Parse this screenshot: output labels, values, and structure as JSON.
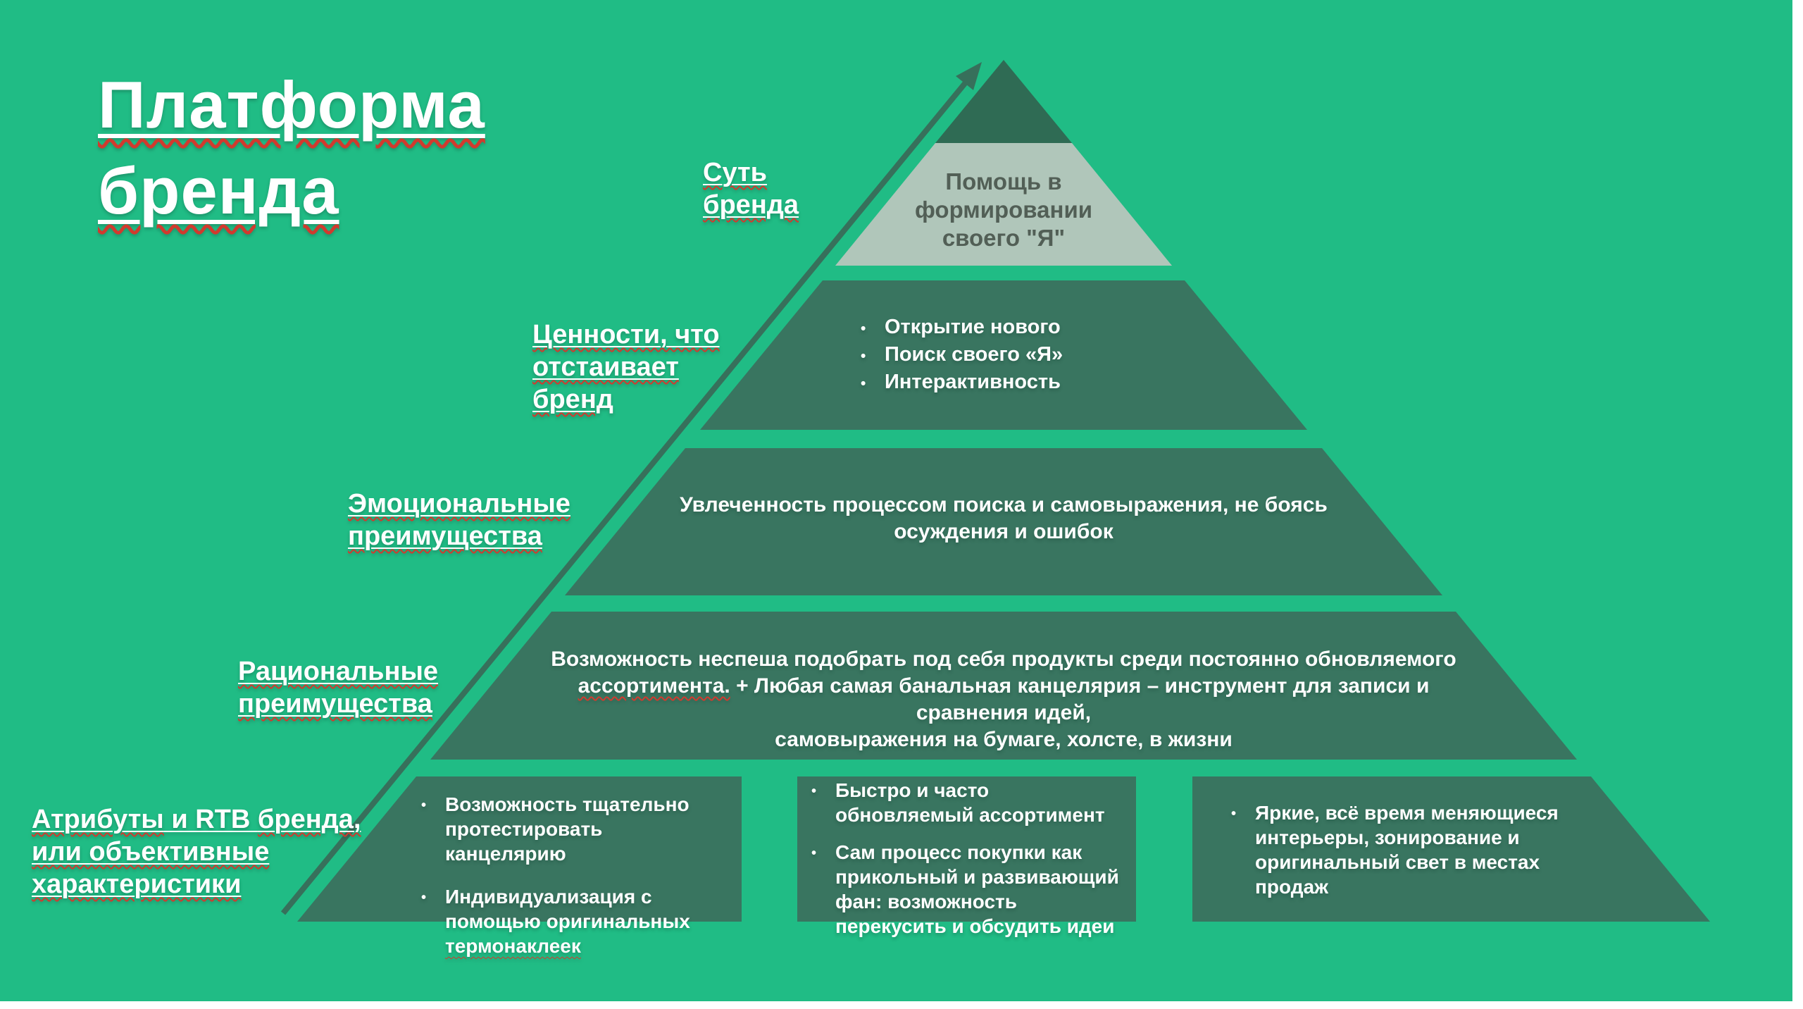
{
  "slide": {
    "title": {
      "line1": "Платформа",
      "line2": "бренда"
    },
    "labels": {
      "essence_l1": "Суть",
      "essence_l2": "бренда",
      "values_l1": "Ценности, что",
      "values_l2": "отстаивает",
      "values_l3": "бренд",
      "emotional_l1": "Эмоциональные",
      "emotional_l2": "преимущества",
      "rational_l1": "Рациональные",
      "rational_l2": "преимущества",
      "attr_l1a": "Атрибуты",
      "attr_l1b": " и RTB ",
      "attr_l1c": "бренда,",
      "attr_l2": "или объективные",
      "attr_l3": "характеристики"
    },
    "pyramid": {
      "essence_text": "Помощь в формировании своего \"Я\"",
      "values_bullets": [
        "Открытие нового",
        "Поиск своего «Я»",
        "Интерактивность"
      ],
      "emotional_line1": "Увлеченность процессом поиска и самовыражения, не боясь",
      "emotional_line2": "осуждения и ошибок",
      "rational_line1": "Возможность неспеша подобрать под себя продукты среди постоянно обновляемого",
      "rational_line2a": "ассортимента.",
      "rational_line2b": " + Любая самая банальная канцелярия – инструмент для записи и сравнения идей,",
      "rational_line3": "самовыражения на бумаге, холсте, в жизни"
    },
    "boxes": {
      "box1_bullet1": "Возможность тщательно протестировать канцелярию",
      "box1_bullet2a": "Индивидуализация с помощью оригинальных ",
      "box1_bullet2b": "термонаклеек",
      "box2_bullet1": "Быстро и часто обновляемый ассортимент",
      "box2_bullet2": "Сам процесс покупки как прикольный и развивающий фан: возможность перекусить и обсудить идеи",
      "box3_bullet1": "Яркие, всё время меняющиеся интерьеры, зонирование и оригинальный свет в местах продаж"
    },
    "bullet_glyph": "•",
    "colors": {
      "background": "#20bc85",
      "cap_fill": "#2f6b54",
      "tier_fill": "#397560",
      "essence_band_fill": "#b0c6ba",
      "essence_text": "#525f56",
      "arrow": "#37705b",
      "squiggle_red": "#d13a2e",
      "text_white": "#ffffff"
    }
  }
}
